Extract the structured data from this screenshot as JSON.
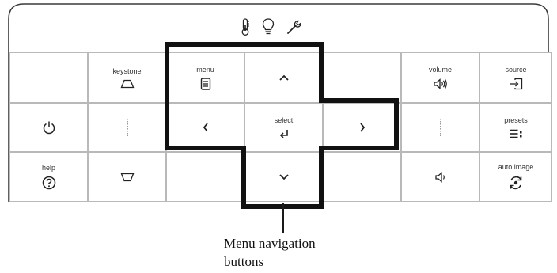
{
  "keys": {
    "keystone": "keystone",
    "menu": "menu",
    "volume": "volume",
    "source": "source",
    "select": "select",
    "presets": "presets",
    "help": "help",
    "auto_image": "auto image"
  },
  "caption": {
    "line1": "Menu navigation",
    "line2": "buttons"
  },
  "icons": {
    "status": [
      "thermometer-icon",
      "lamp-icon",
      "wrench-icon"
    ]
  }
}
